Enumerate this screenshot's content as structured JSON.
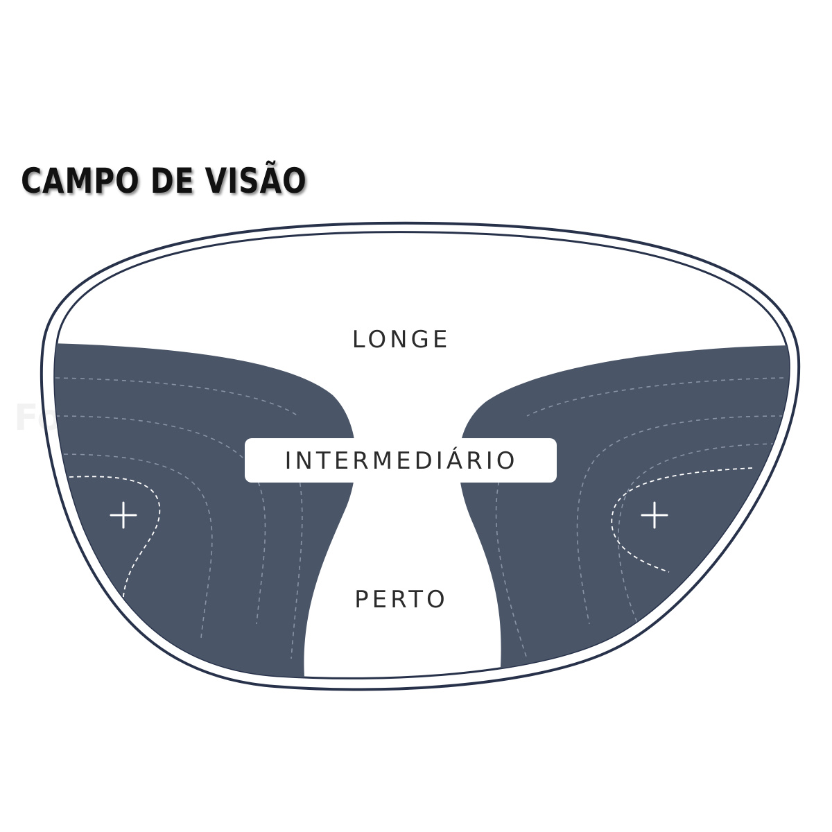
{
  "title": "CAMPO DE VISÃO",
  "watermark": "Fonóticas!",
  "zones": {
    "far": "LONGE",
    "intermediate": "INTERMEDIÁRIO",
    "near": "PERTO"
  },
  "colors": {
    "distortion_zone": "#4a5568",
    "lens_outline": "#27324a",
    "clear_zone": "#ffffff",
    "label_box": "#ffffff",
    "title": "#111111"
  },
  "icons": {
    "left_marker": "plus-icon",
    "right_marker": "plus-icon"
  }
}
